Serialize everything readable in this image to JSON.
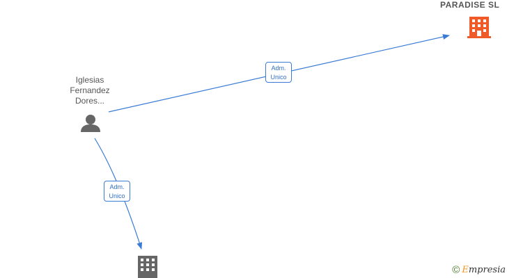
{
  "colors": {
    "edge": "#3a7bd5",
    "person_icon": "#666666",
    "company_highlight": "#f05a28",
    "company_default": "#666666",
    "brand_accent": "#f7941d"
  },
  "person": {
    "name_lines": [
      "Iglesias",
      "Fernandez",
      "Dores..."
    ],
    "icon": "person-icon"
  },
  "companies": {
    "main": {
      "name": "PARADISE SL",
      "icon": "building-icon"
    },
    "second": {
      "name": "",
      "icon": "building-icon"
    }
  },
  "edges": [
    {
      "label_lines": [
        "Adm.",
        "Unico"
      ]
    },
    {
      "label_lines": [
        "Adm.",
        "Unico"
      ]
    }
  ],
  "brand": {
    "symbol": "©",
    "name_initial": "E",
    "name_rest": "mpresia"
  }
}
